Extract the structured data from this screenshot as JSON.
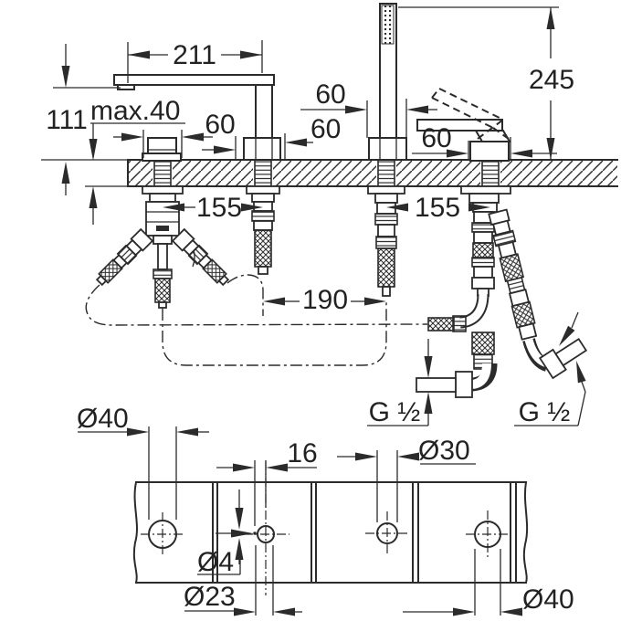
{
  "figure": {
    "elevation": {
      "dim_spout_reach": "211",
      "dim_total_height": "245",
      "dim_spout_height": "111",
      "dim_deck_thickness": "max.40",
      "dim_handle_width": "60",
      "dim_spout_width": "60",
      "dim_shower_width": "60",
      "dim_mixer_width": "60",
      "dim_pitch_left": "155",
      "dim_pitch_right": "155",
      "dim_pitch_center": "190",
      "thread_center": "G ½",
      "thread_right": "G ½"
    },
    "plan": {
      "dim_hole_handle": "Ø40",
      "dim_pin_hole": "Ø4",
      "dim_pin_offset": "16",
      "dim_hole_spout": "Ø23",
      "dim_hole_shower": "Ø30",
      "dim_hole_mixer": "Ø40"
    }
  }
}
